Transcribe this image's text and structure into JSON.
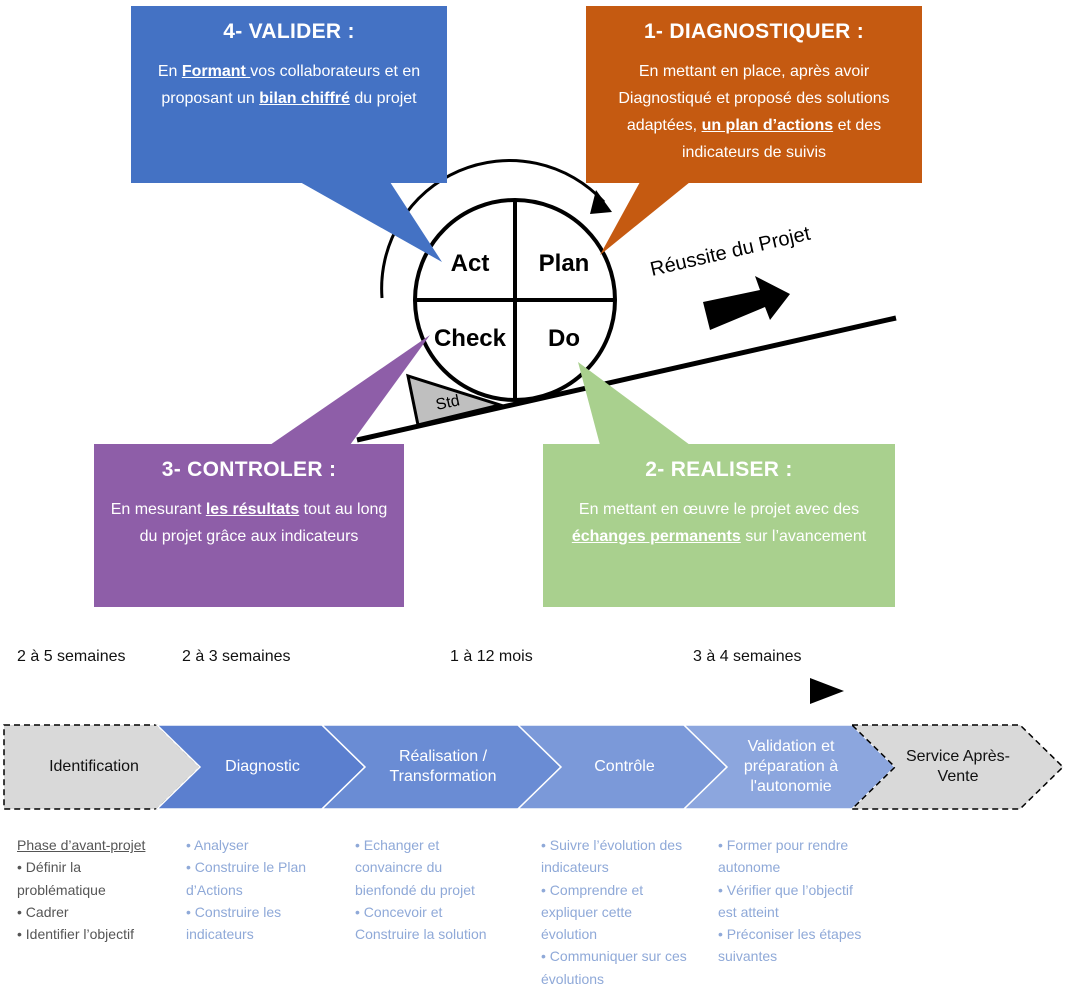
{
  "pdca": {
    "act": "Act",
    "plan": "Plan",
    "check": "Check",
    "do": "Do",
    "std": "Std",
    "reussite": "Réussite du Projet"
  },
  "boxes": {
    "valider": {
      "title": "4- VALIDER :",
      "t1": "En ",
      "u1": "Formant ",
      "t2": "vos collaborateurs et en proposant un ",
      "u2": "bilan chiffré",
      "t3": " du projet",
      "color": "#4472c4"
    },
    "diagnostiquer": {
      "title": "1- DIAGNOSTIQUER :",
      "t1": "En mettant en place, après avoir Diagnostiqué et proposé des solutions adaptées, ",
      "u1": "un plan d’actions",
      "t2": " et des indicateurs de suivis",
      "color": "#c55a11"
    },
    "controler": {
      "title": "3- CONTROLER :",
      "t1": "En mesurant ",
      "u1": "les résultats",
      "t2": " tout au long du projet grâce aux indicateurs",
      "color": "#8e5ea8"
    },
    "realiser": {
      "title": "2- REALISER :",
      "t1": "En mettant en œuvre le projet avec des ",
      "u1": "échanges permanents",
      "t2": " sur l’avancement",
      "color": "#a9d08e"
    }
  },
  "durations": [
    "2 à 5 semaines",
    "2 à 3 semaines",
    "1 à 12 mois",
    "3 à 4 semaines"
  ],
  "phases": [
    {
      "label": "Identification"
    },
    {
      "label": "Diagnostic"
    },
    {
      "label": "Réalisation / Transformation"
    },
    {
      "label": "Contrôle"
    },
    {
      "label": "Validation et préparation à l'autonomie"
    },
    {
      "label": "Service Après-Vente"
    }
  ],
  "details": {
    "identification": {
      "heading": "Phase d’avant-projet",
      "items": [
        "• Définir la problématique",
        "• Cadrer",
        "• Identifier l’objectif"
      ]
    },
    "diagnostic": {
      "items": [
        "• Analyser",
        "• Construire le Plan d’Actions",
        "• Construire les indicateurs"
      ]
    },
    "realisation": {
      "items": [
        "• Echanger et convaincre du bienfondé du projet",
        "• Concevoir et Construire la solution"
      ]
    },
    "controle": {
      "items": [
        "• Suivre l’évolution des indicateurs",
        "• Comprendre et expliquer cette évolution",
        "• Communiquer sur ces évolutions"
      ]
    },
    "validation": {
      "items": [
        "• Former pour rendre autonome",
        "• Vérifier que l’objectif est atteint",
        "• Préconiser les étapes suivantes"
      ]
    }
  }
}
